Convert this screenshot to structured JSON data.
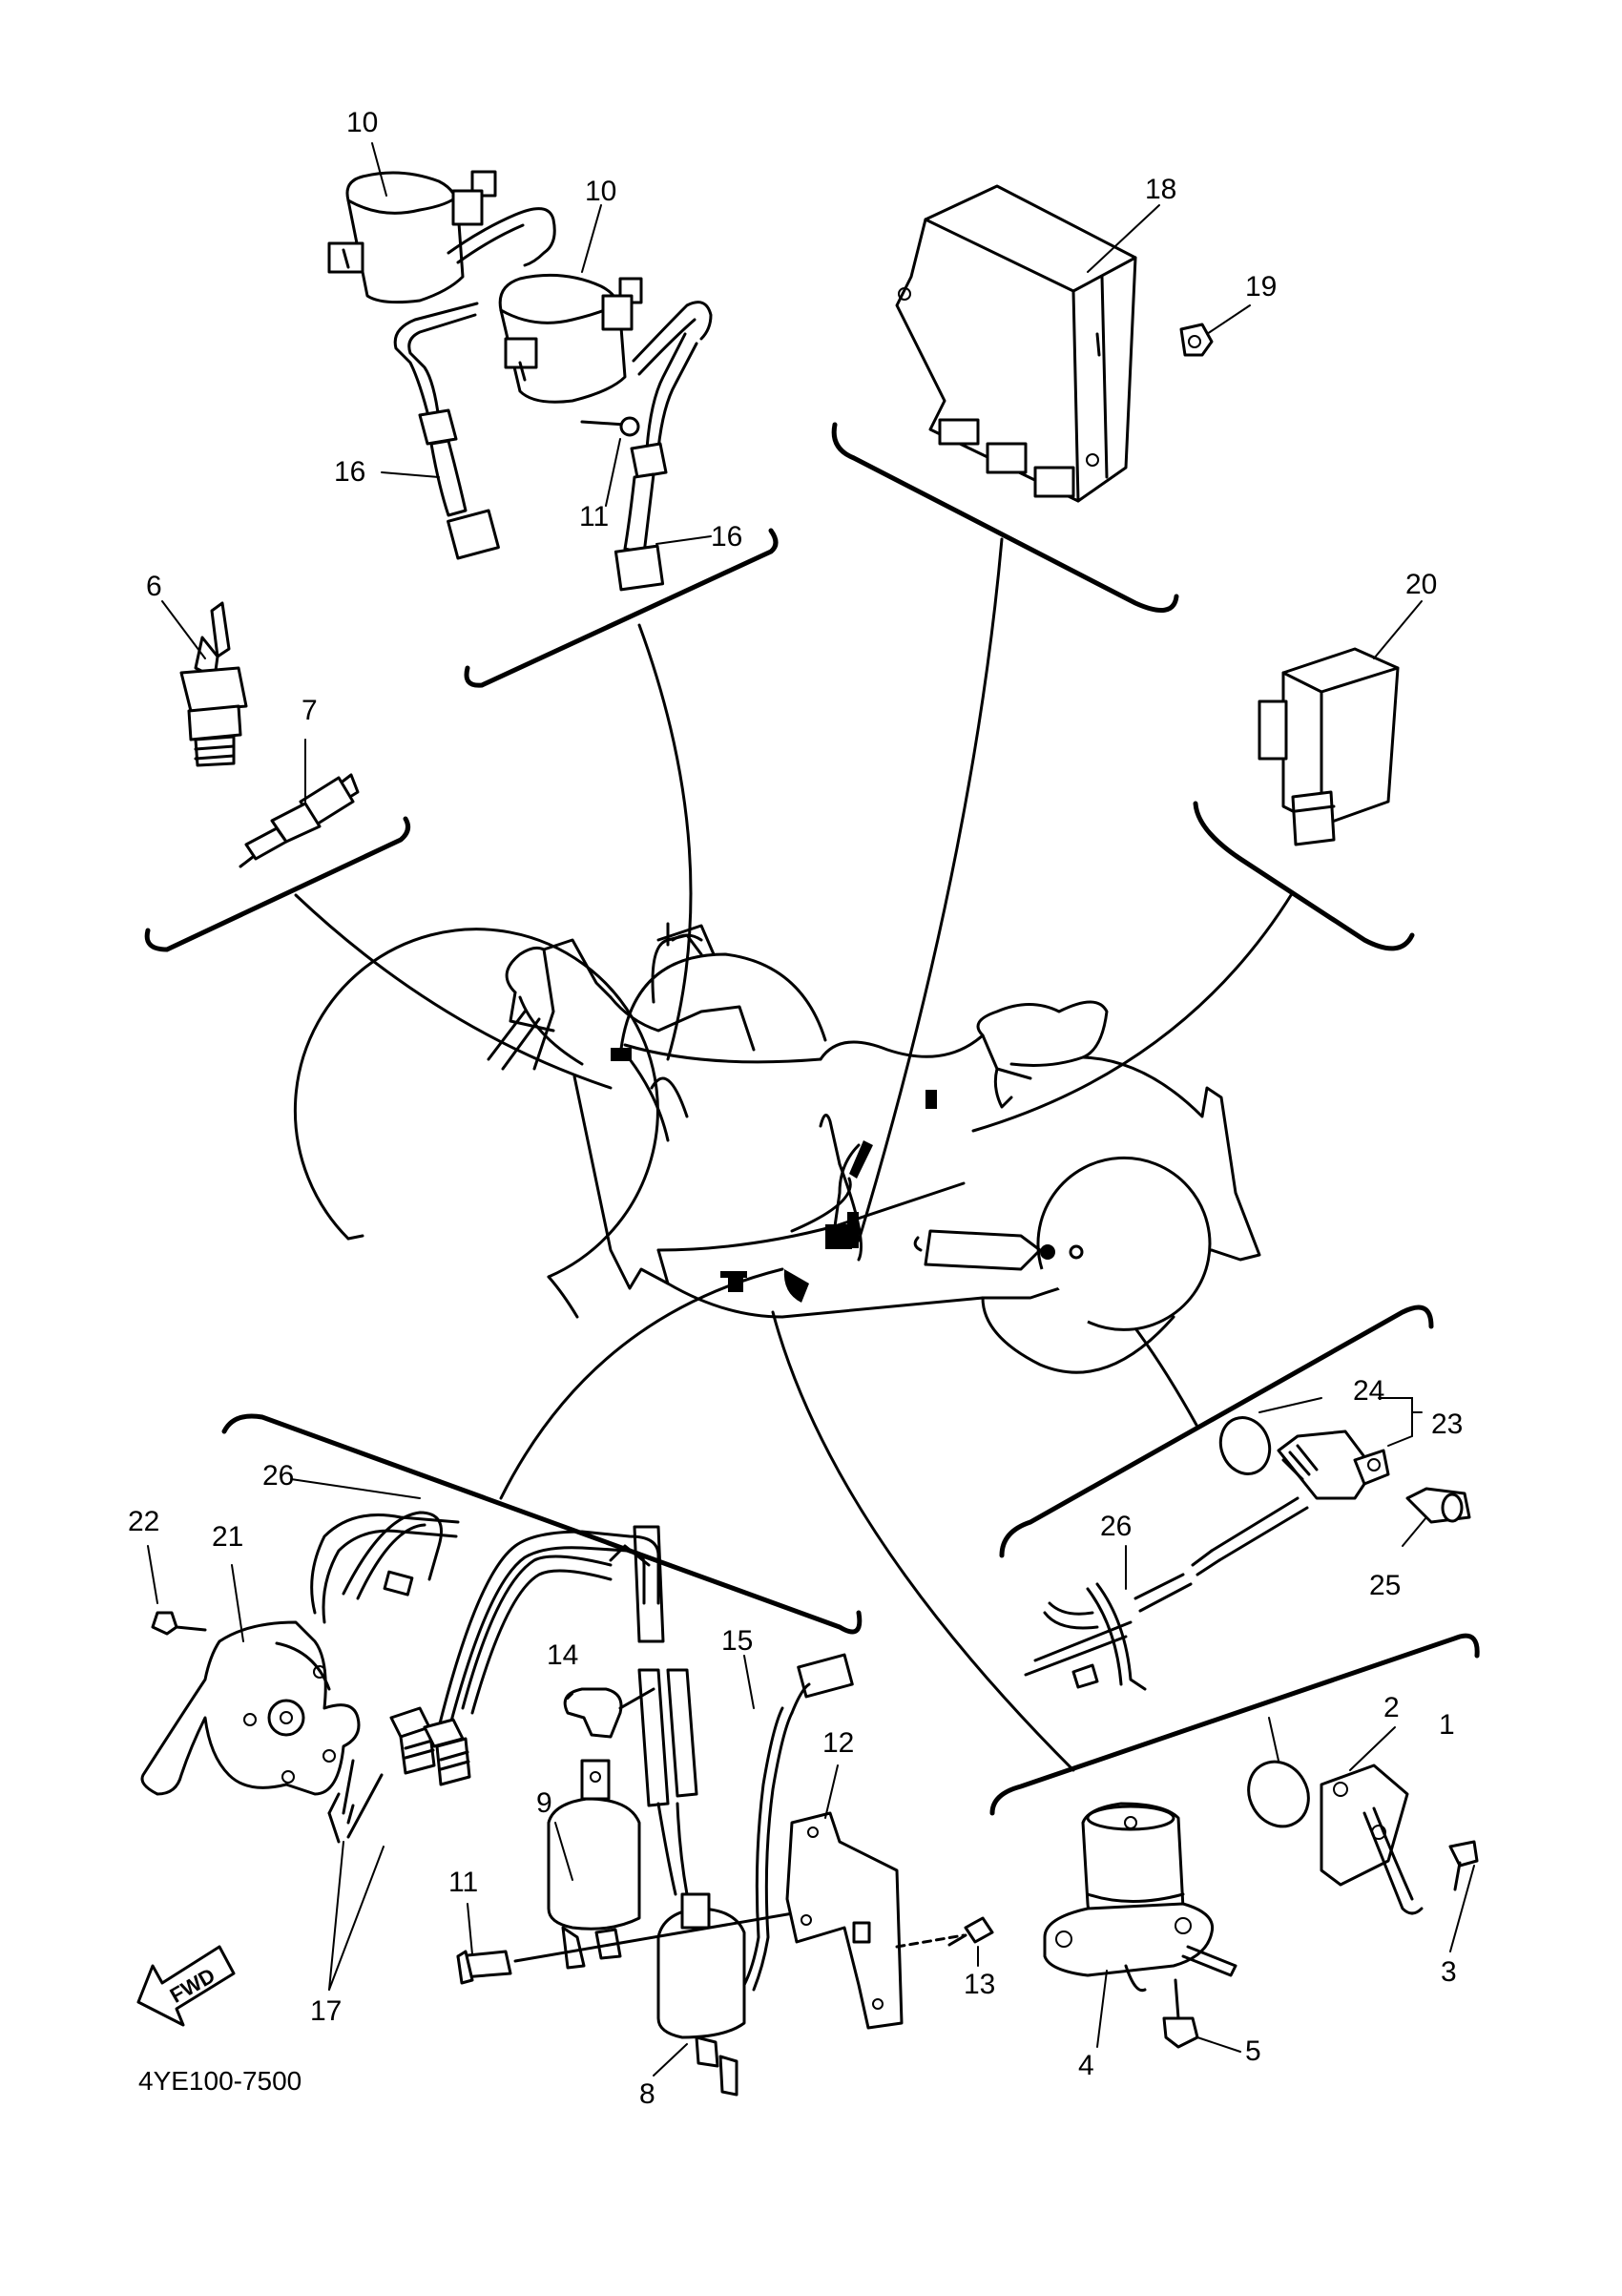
{
  "diagram": {
    "reference_code": "4YE100-7500",
    "direction_label": "FWD",
    "callouts": {
      "c10a": "10",
      "c10b": "10",
      "c18": "18",
      "c19": "19",
      "c16a": "16",
      "c11a": "11",
      "c16b": "16",
      "c6": "6",
      "c7": "7",
      "c20": "20",
      "c24": "24",
      "c23": "23",
      "c25": "25",
      "c26a": "26",
      "c26b": "26",
      "c22": "22",
      "c21": "21",
      "c14": "14",
      "c15": "15",
      "c12": "12",
      "c9": "9",
      "c11b": "11",
      "c13": "13",
      "c17": "17",
      "c8": "8",
      "c2": "2",
      "c1": "1",
      "c3": "3",
      "c4": "4",
      "c5": "5"
    }
  }
}
